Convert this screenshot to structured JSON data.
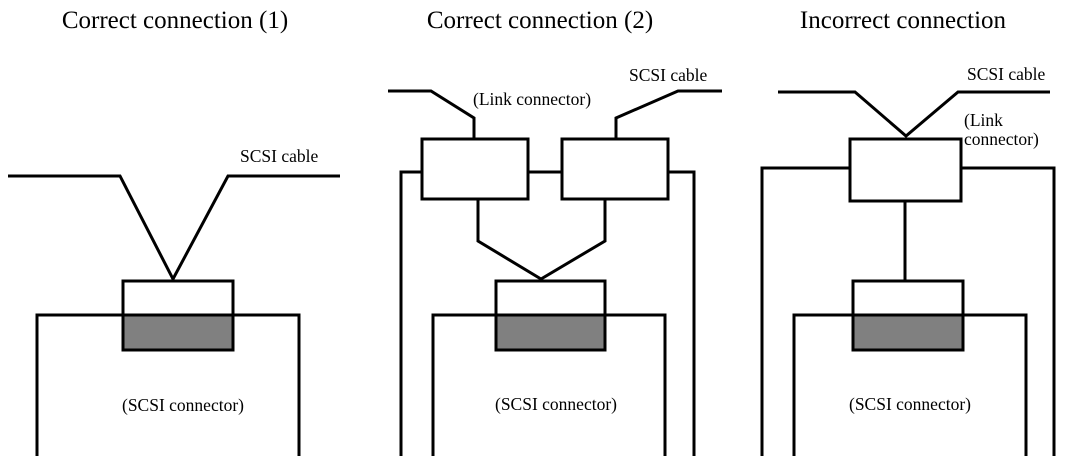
{
  "panels": [
    {
      "title": "Correct connection (1)",
      "cable_label": "SCSI cable",
      "connector_label": "(SCSI connector)"
    },
    {
      "title": "Correct connection (2)",
      "cable_label": "SCSI cable",
      "link_label": "(Link connector)",
      "connector_label": "(SCSI connector)"
    },
    {
      "title": "Incorrect connection",
      "cable_label": "SCSI cable",
      "link_label_line1": "(Link",
      "link_label_line2": "connector)",
      "connector_label": "(SCSI connector)"
    }
  ],
  "colors": {
    "line": "#000000",
    "socket_fill": "#808080",
    "background": "#ffffff"
  }
}
